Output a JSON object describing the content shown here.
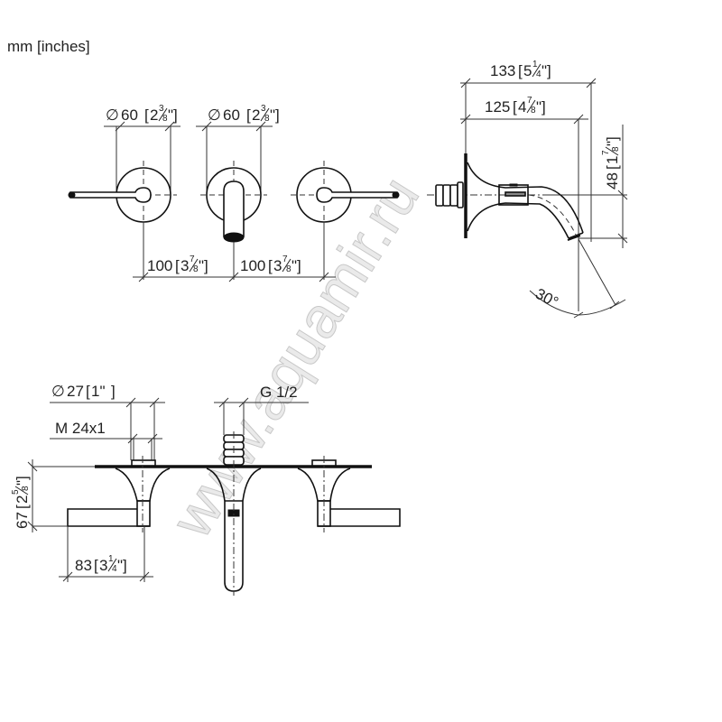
{
  "units_label": "mm [inches]",
  "watermark": "www.aquamir.ru",
  "front_view": {
    "diameter_left": {
      "symbol": "∅",
      "mm": "60",
      "inch_whole": "2",
      "inch_num": "3",
      "inch_den": "8"
    },
    "diameter_center": {
      "symbol": "∅",
      "mm": "60",
      "inch_whole": "2",
      "inch_num": "3",
      "inch_den": "8"
    },
    "spacing_left": {
      "mm": "100",
      "inch_whole": "3",
      "inch_num": "7",
      "inch_den": "8"
    },
    "spacing_right": {
      "mm": "100",
      "inch_whole": "3",
      "inch_num": "7",
      "inch_den": "8"
    }
  },
  "side_view": {
    "overall_length": {
      "mm": "133",
      "inch_whole": "5",
      "inch_num": "1",
      "inch_den": "4"
    },
    "spout_length": {
      "mm": "125",
      "inch_whole": "4",
      "inch_num": "7",
      "inch_den": "8"
    },
    "spout_drop": {
      "mm": "48",
      "inch_whole": "1",
      "inch_num": "7",
      "inch_den": "8"
    },
    "angle": "30°"
  },
  "top_view": {
    "handle_rosette_diameter": {
      "symbol": "∅",
      "mm": "27",
      "inch": "1\""
    },
    "thread": "M 24x1",
    "connection": "G 1/2",
    "projection": {
      "mm": "67",
      "inch_whole": "2",
      "inch_num": "5",
      "inch_den": "8"
    },
    "handle_length": {
      "mm": "83",
      "inch_whole": "3",
      "inch_num": "1",
      "inch_den": "4"
    }
  }
}
